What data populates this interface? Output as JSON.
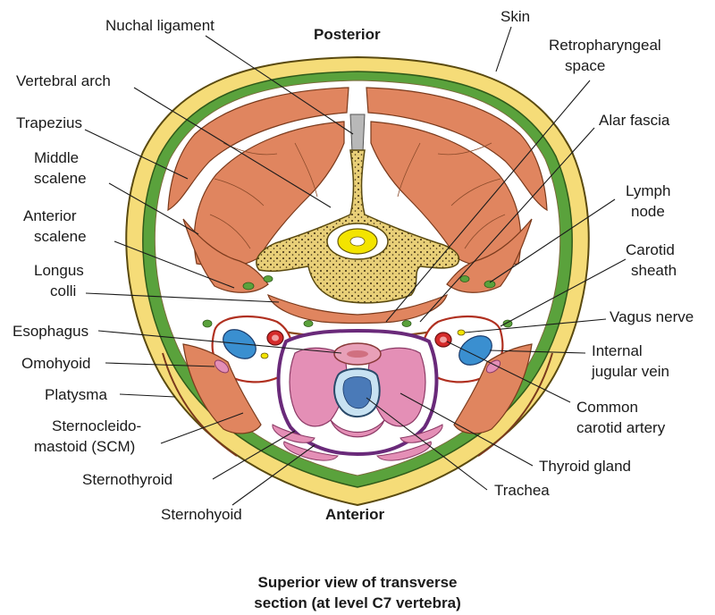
{
  "orientation": {
    "posterior": "Posterior",
    "anterior": "Anterior"
  },
  "caption": {
    "line1": "Superior view of transverse",
    "line2": "section (at level C7 vertebra)"
  },
  "labels": {
    "nuchal_ligament": "Nuchal ligament",
    "skin": "Skin",
    "vertebral_arch": "Vertebral arch",
    "retropharyngeal_1": "Retropharyngeal",
    "retropharyngeal_2": "space",
    "trapezius": "Trapezius",
    "alar_fascia": "Alar fascia",
    "middle_scalene_1": "Middle",
    "middle_scalene_2": "scalene",
    "lymph_node_1": "Lymph",
    "lymph_node_2": "node",
    "anterior_scalene_1": "Anterior",
    "anterior_scalene_2": "scalene",
    "carotid_sheath_1": "Carotid",
    "carotid_sheath_2": "sheath",
    "longus_colli_1": "Longus",
    "longus_colli_2": "colli",
    "vagus_nerve": "Vagus nerve",
    "esophagus": "Esophagus",
    "internal_jugular_1": "Internal",
    "internal_jugular_2": "jugular vein",
    "omohyoid": "Omohyoid",
    "platysma": "Platysma",
    "common_carotid_1": "Common",
    "common_carotid_2": "carotid artery",
    "scm_1": "Sternocleido-",
    "scm_2": "mastoid (SCM)",
    "thyroid_gland": "Thyroid gland",
    "sternothyroid": "Sternothyroid",
    "trachea": "Trachea",
    "sternohyoid": "Sternohyoid"
  },
  "colors": {
    "skin": "#f5dc78",
    "fascia_green": "#5aa23c",
    "muscle": "#e0855f",
    "bone": "#e8cf78",
    "spinal_cord": "#f3e400",
    "thyroid": "#e48fb6",
    "vein_blue": "#3a8fd0",
    "artery_red": "#d42a2a",
    "fascia_purple": "#6a2a7a"
  }
}
